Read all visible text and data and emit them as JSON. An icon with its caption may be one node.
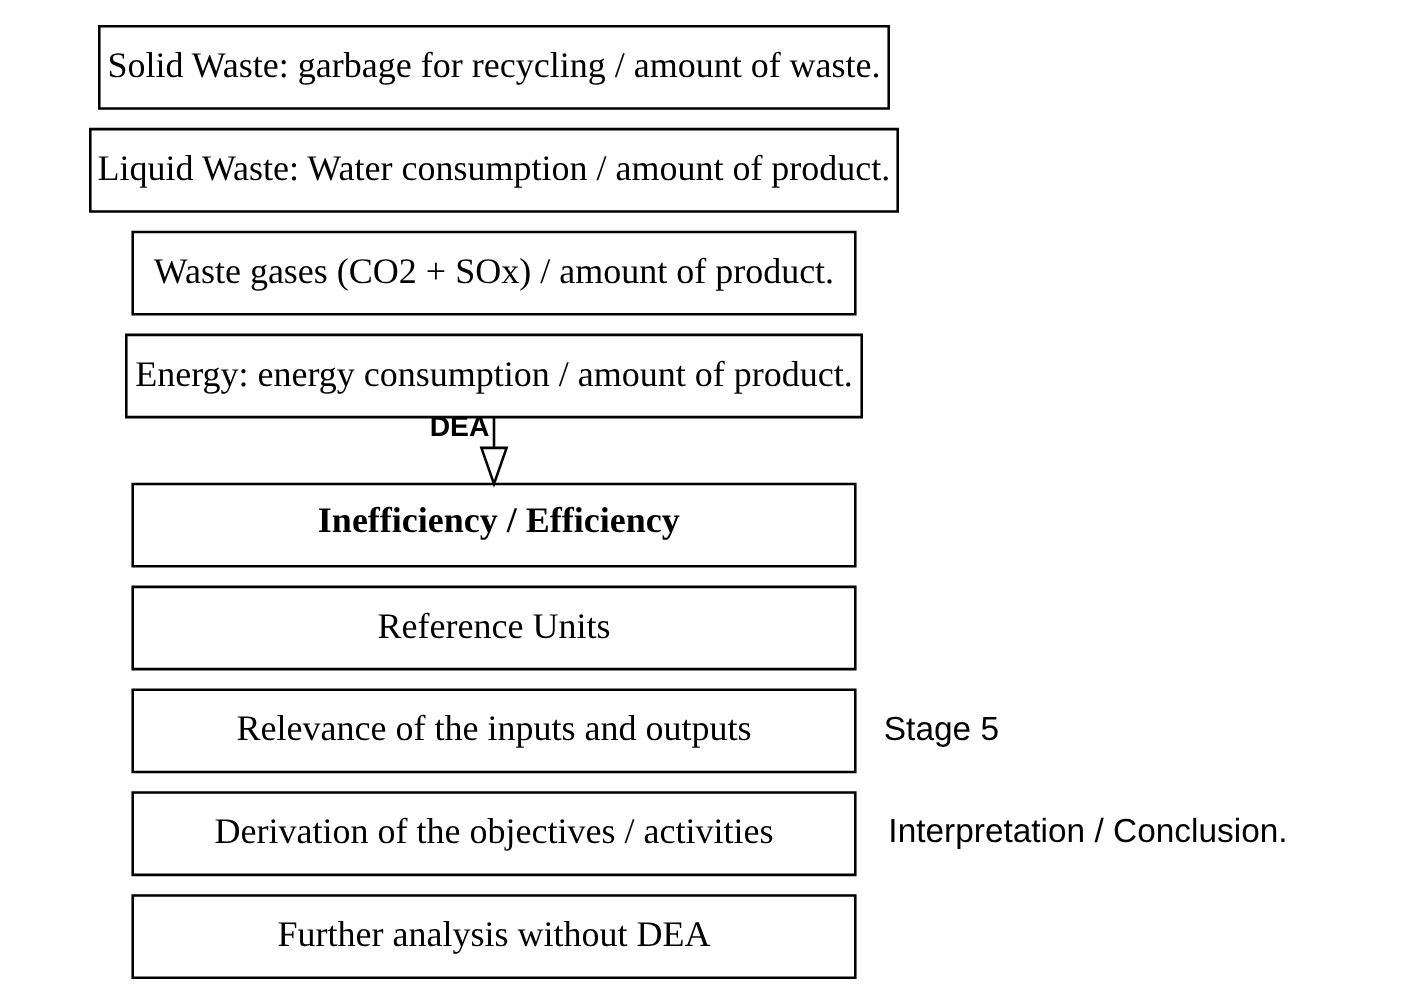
{
  "diagram": {
    "nodes": [
      {
        "text": [
          "Solid Waste: garbage for recycling / amount of waste."
        ]
      },
      {
        "text": [
          "Liquid Waste: Water consumption / amount of product."
        ]
      },
      {
        "text": [
          "Waste gases (CO2 + SOx) / amount of product."
        ]
      },
      {
        "text": [
          "Energy: energy consumption / amount of product."
        ]
      },
      {
        "text": [
          "Inefficiency / Efficiency"
        ]
      },
      {
        "text": [
          "Reference Units"
        ]
      },
      {
        "text": [
          "Relevance of the inputs and outputs"
        ]
      },
      {
        "text": [
          "Derivation of the objectives / activities"
        ]
      },
      {
        "text": [
          "Further analysis without DEA"
        ]
      }
    ],
    "edges": [
      {
        "from": 3,
        "to": 4,
        "arrow": "to",
        "label": "DEA"
      }
    ],
    "labels": [
      "Stage 5",
      "Interpretation / Conclusion."
    ]
  }
}
